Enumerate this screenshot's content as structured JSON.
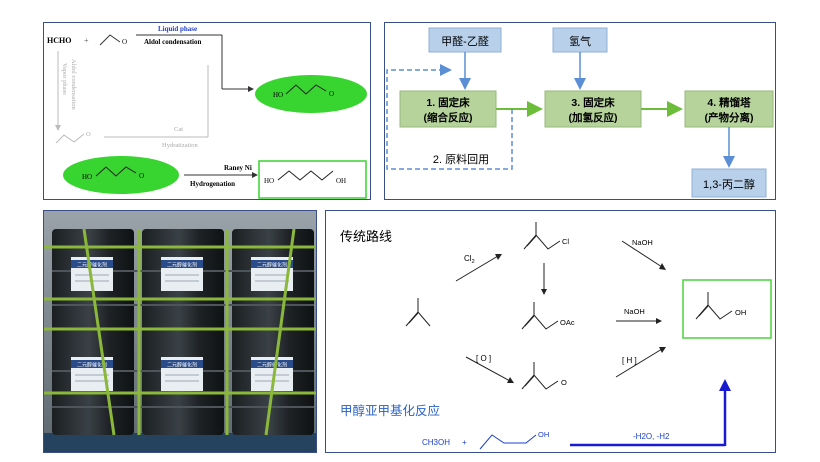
{
  "aldol_panel": {
    "formaldehyde": "HCHO",
    "plus": "+",
    "liquid_phase": "Liquid phase",
    "aldol_condensation": "Aldol condensation",
    "vapor_phase": "Vapor phase",
    "aldol_condensation_vertical": "Aldol condensation",
    "cat": "Cat",
    "hydratization": "Hydratization",
    "raney_ni": "Raney Ni",
    "hydrogenation": "Hydrogenation",
    "ho_1": "HO",
    "ho_2": "HO",
    "ho_3": "HO",
    "oh_3": "OH",
    "o_1": "O",
    "o_2": "O",
    "o_3": "O",
    "o_4": "O",
    "highlight_color": "#38d42f"
  },
  "process_flow": {
    "feed": "甲醛-乙醛",
    "hydrogen": "氢气",
    "step1_line1": "1. 固定床",
    "step1_line2": "(缩合反应)",
    "step3_line1": "3. 固定床",
    "step3_line2": "(加氢反应)",
    "step4_line1": "4. 精馏塔",
    "step4_line2": "(产物分离)",
    "recycle": "2. 原料回用",
    "product": "1,3-丙二醇",
    "box_color": "#b5d39b",
    "feed_box_color": "#b8d0ea",
    "arrow_color": "#6bbd3a"
  },
  "photo": {
    "label_1": "二元醇催化剂",
    "label_2": "二元醇催化剂",
    "label_3": "二元醇催化剂",
    "label_4": "二元醇催化剂",
    "label_5": "二元醇催化剂",
    "label_6": "二元醇催化剂"
  },
  "routes_panel": {
    "traditional_title": "传统路线",
    "methylenation_title": "甲醇亚甲基化反应",
    "cl2": "Cl",
    "cl2_sub": "2",
    "cl": "Cl",
    "naoh_1": "NaOH",
    "naoh_2": "NaOH",
    "oac": "OAc",
    "oxidation": "O",
    "hydrogenation": "H",
    "o_aldehyde": "O",
    "oh_product": "OH",
    "methanol": "CH3OH",
    "plus": "+",
    "oh_ethanol": "OH",
    "conditions": "-H2O, -H2",
    "title_color": "#2a62c9",
    "product_box_color": "#4cd13f",
    "big_arrow_color": "#1a1ad0"
  }
}
